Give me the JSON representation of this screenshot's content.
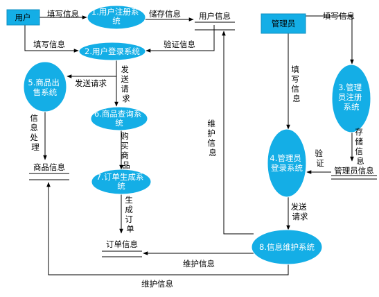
{
  "colors": {
    "process_fill": "#14aee6",
    "entity_fill": "#14aee6",
    "line": "#000000",
    "text": "#000000"
  },
  "entities": {
    "user": "用户",
    "admin": "管理员"
  },
  "processes": {
    "p1": [
      "1.用户注册系",
      "统"
    ],
    "p2": "2.用户登录系统",
    "p3": [
      "3.管理",
      "员注册",
      "系统"
    ],
    "p4": [
      "4.管理员",
      "登录系统"
    ],
    "p5": [
      "5.商品出",
      "售系统"
    ],
    "p6": [
      "6.商品查询系",
      "统"
    ],
    "p7": [
      "7.订单生成系",
      "统"
    ],
    "p8": "8.信息维护系统"
  },
  "stores": {
    "user_info": "用户信息",
    "goods_info": "商品信息",
    "admin_info": "管理员信息",
    "order_info": "订单信息"
  },
  "flows": {
    "user_to_p1": "填写信息",
    "p1_to_store": "储存信息",
    "user_to_p2": "填写信息",
    "store_verify_p2": "验证信息",
    "p2_to_p5": "发送请求",
    "p2_to_p6": [
      "发",
      "送",
      "请",
      "求"
    ],
    "p5_to_goods": [
      "信",
      "息",
      "处",
      "理"
    ],
    "p6_to_p7": [
      "购",
      "买",
      "商",
      "品"
    ],
    "p7_to_order": [
      "生",
      "成",
      "订",
      "单"
    ],
    "p8_to_user_store": [
      "维",
      "护",
      "信",
      "息"
    ],
    "admin_to_p3": "填写信息",
    "admin_to_p4": [
      "填",
      "写",
      "信",
      "息"
    ],
    "p3_to_admin_store": [
      "存",
      "储",
      "信",
      "息"
    ],
    "admin_store_verify": [
      "验",
      "证"
    ],
    "p4_to_p8": [
      "发送",
      "请求"
    ],
    "p8_to_order": "维护信息",
    "p8_to_goods": "维护信息"
  }
}
